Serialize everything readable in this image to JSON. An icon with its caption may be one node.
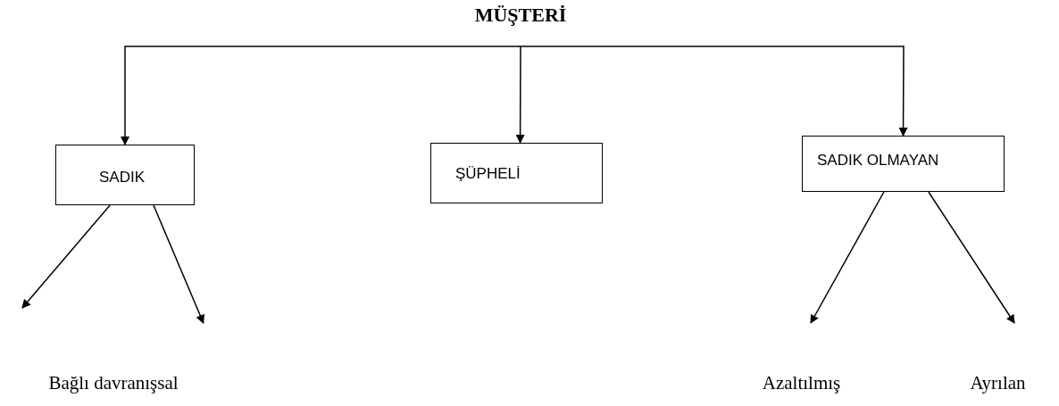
{
  "diagram": {
    "nodes": [
      {
        "text": [
          "MÜŞTERİ"
        ]
      },
      {
        "text": [
          "SADIK"
        ]
      },
      {
        "text": [
          "ŞÜPHELİ"
        ]
      },
      {
        "text": [
          "SADIK OLMAYAN"
        ]
      },
      {
        "text": [
          "Bağlı davranışsal"
        ]
      },
      {
        "text": [
          "Azaltılmış"
        ]
      },
      {
        "text": [
          "Ayrılan"
        ]
      }
    ],
    "edges": [
      {
        "from": 0,
        "to": 1,
        "arrow": "to"
      },
      {
        "from": 0,
        "to": 2,
        "arrow": "to"
      },
      {
        "from": 0,
        "to": 3,
        "arrow": "to"
      },
      {
        "from": 1,
        "to": null,
        "arrow": "to"
      },
      {
        "from": 1,
        "to": 4,
        "arrow": "to"
      },
      {
        "from": 3,
        "to": 5,
        "arrow": "to"
      },
      {
        "from": 3,
        "to": 6,
        "arrow": "to"
      }
    ]
  }
}
